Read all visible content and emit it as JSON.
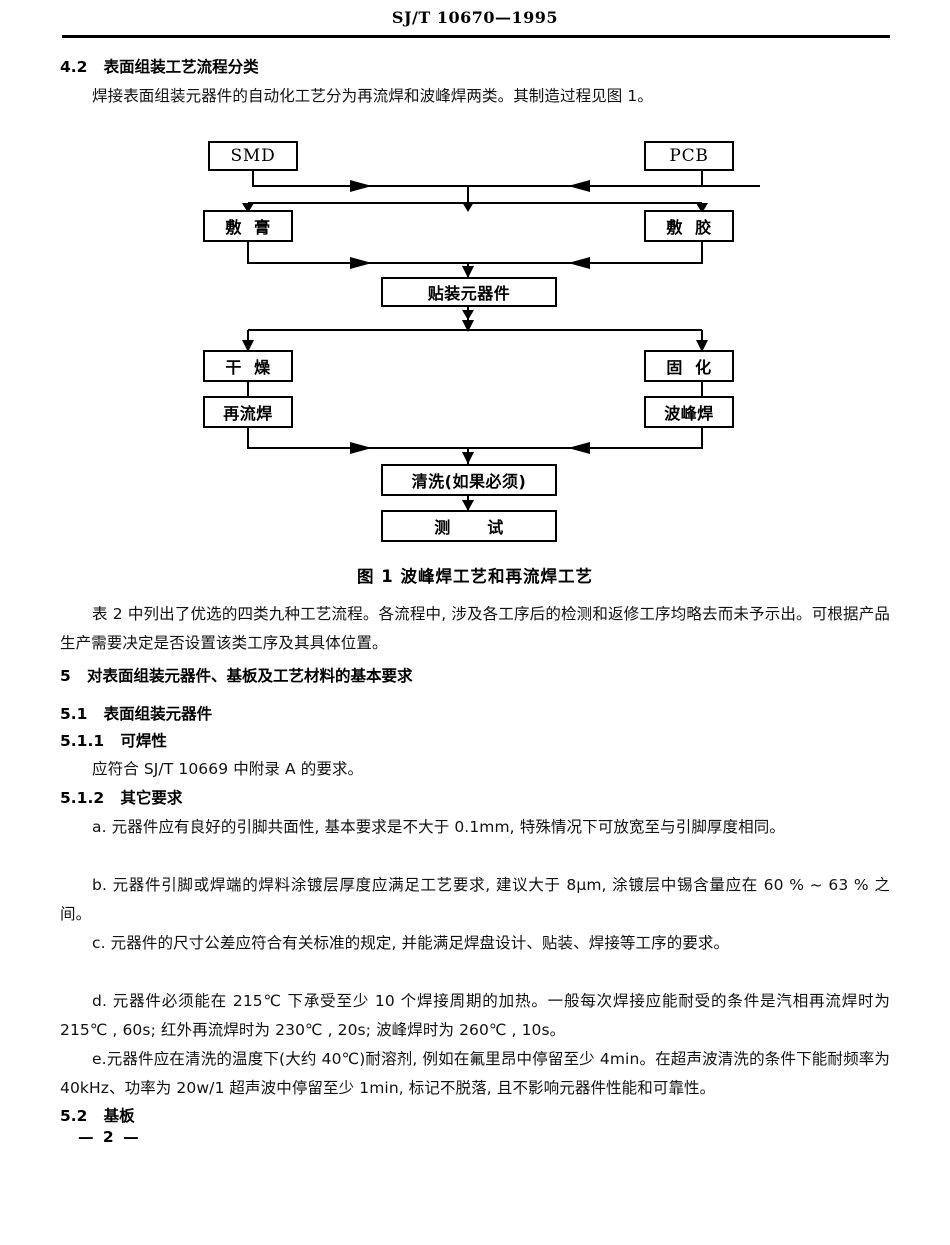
{
  "header": {
    "standard_number": "SJ/T 10670—1995"
  },
  "sections": {
    "s42_heading": "4.2   表面组装工艺流程分类",
    "s42_body": "焊接表面组装元器件的自动化工艺分为再流焊和波峰焊两类。其制造过程见图 1。",
    "after_fig_body": "表 2 中列出了优选的四类九种工艺流程。各流程中, 涉及各工序后的检测和返修工序均略去而未予示出。可根据产品生产需要决定是否设置该类工序及其具体位置。",
    "s5_heading": "5   对表面组装元器件、基板及工艺材料的基本要求",
    "s51_heading": "5.1   表面组装元器件",
    "s511_heading": "5.1.1   可焊性",
    "s511_body": "应符合 SJ/T 10669 中附录 A 的要求。",
    "s512_heading": "5.1.2   其它要求",
    "item_a": "a.   元器件应有良好的引脚共面性, 基本要求是不大于 0.1mm, 特殊情况下可放宽至与引脚厚度相同。",
    "item_b": "b.   元器件引脚或焊端的焊料涂镀层厚度应满足工艺要求, 建议大于 8μm, 涂镀层中锡含量应在 60 % ~ 63 % 之间。",
    "item_c": "c.   元器件的尺寸公差应符合有关标准的规定, 并能满足焊盘设计、贴装、焊接等工序的要求。",
    "item_d": "d.   元器件必须能在 215℃ 下承受至少 10 个焊接周期的加热。一般每次焊接应能耐受的条件是汽相再流焊时为 215℃ , 60s; 红外再流焊时为 230℃ , 20s; 波峰焊时为 260℃ , 10s。",
    "item_e": "e.元器件应在清洗的温度下(大约 40℃)耐溶剂, 例如在氟里昂中停留至少 4min。在超声波清洗的条件下能耐频率为 40kHz、功率为 20w/1 超声波中停留至少 1min, 标记不脱落, 且不影响元器件性能和可靠性。",
    "s52_heading": "5.2   基板"
  },
  "figure": {
    "caption": "图 1    波峰焊工艺和再流焊工艺",
    "nodes": [
      {
        "id": "smd",
        "label": "SMD"
      },
      {
        "id": "pcb",
        "label": "PCB"
      },
      {
        "id": "paste",
        "label": "敷  膏"
      },
      {
        "id": "glue",
        "label": "敷  胶"
      },
      {
        "id": "place",
        "label": "贴装元器件"
      },
      {
        "id": "dry",
        "label": "干  燥"
      },
      {
        "id": "cure",
        "label": "固  化"
      },
      {
        "id": "reflow",
        "label": "再流焊"
      },
      {
        "id": "wave",
        "label": "波峰焊"
      },
      {
        "id": "clean",
        "label": "清洗(如果必须)"
      },
      {
        "id": "test",
        "label": "测      试"
      }
    ]
  },
  "footer": {
    "page_number": "—  2  —"
  }
}
